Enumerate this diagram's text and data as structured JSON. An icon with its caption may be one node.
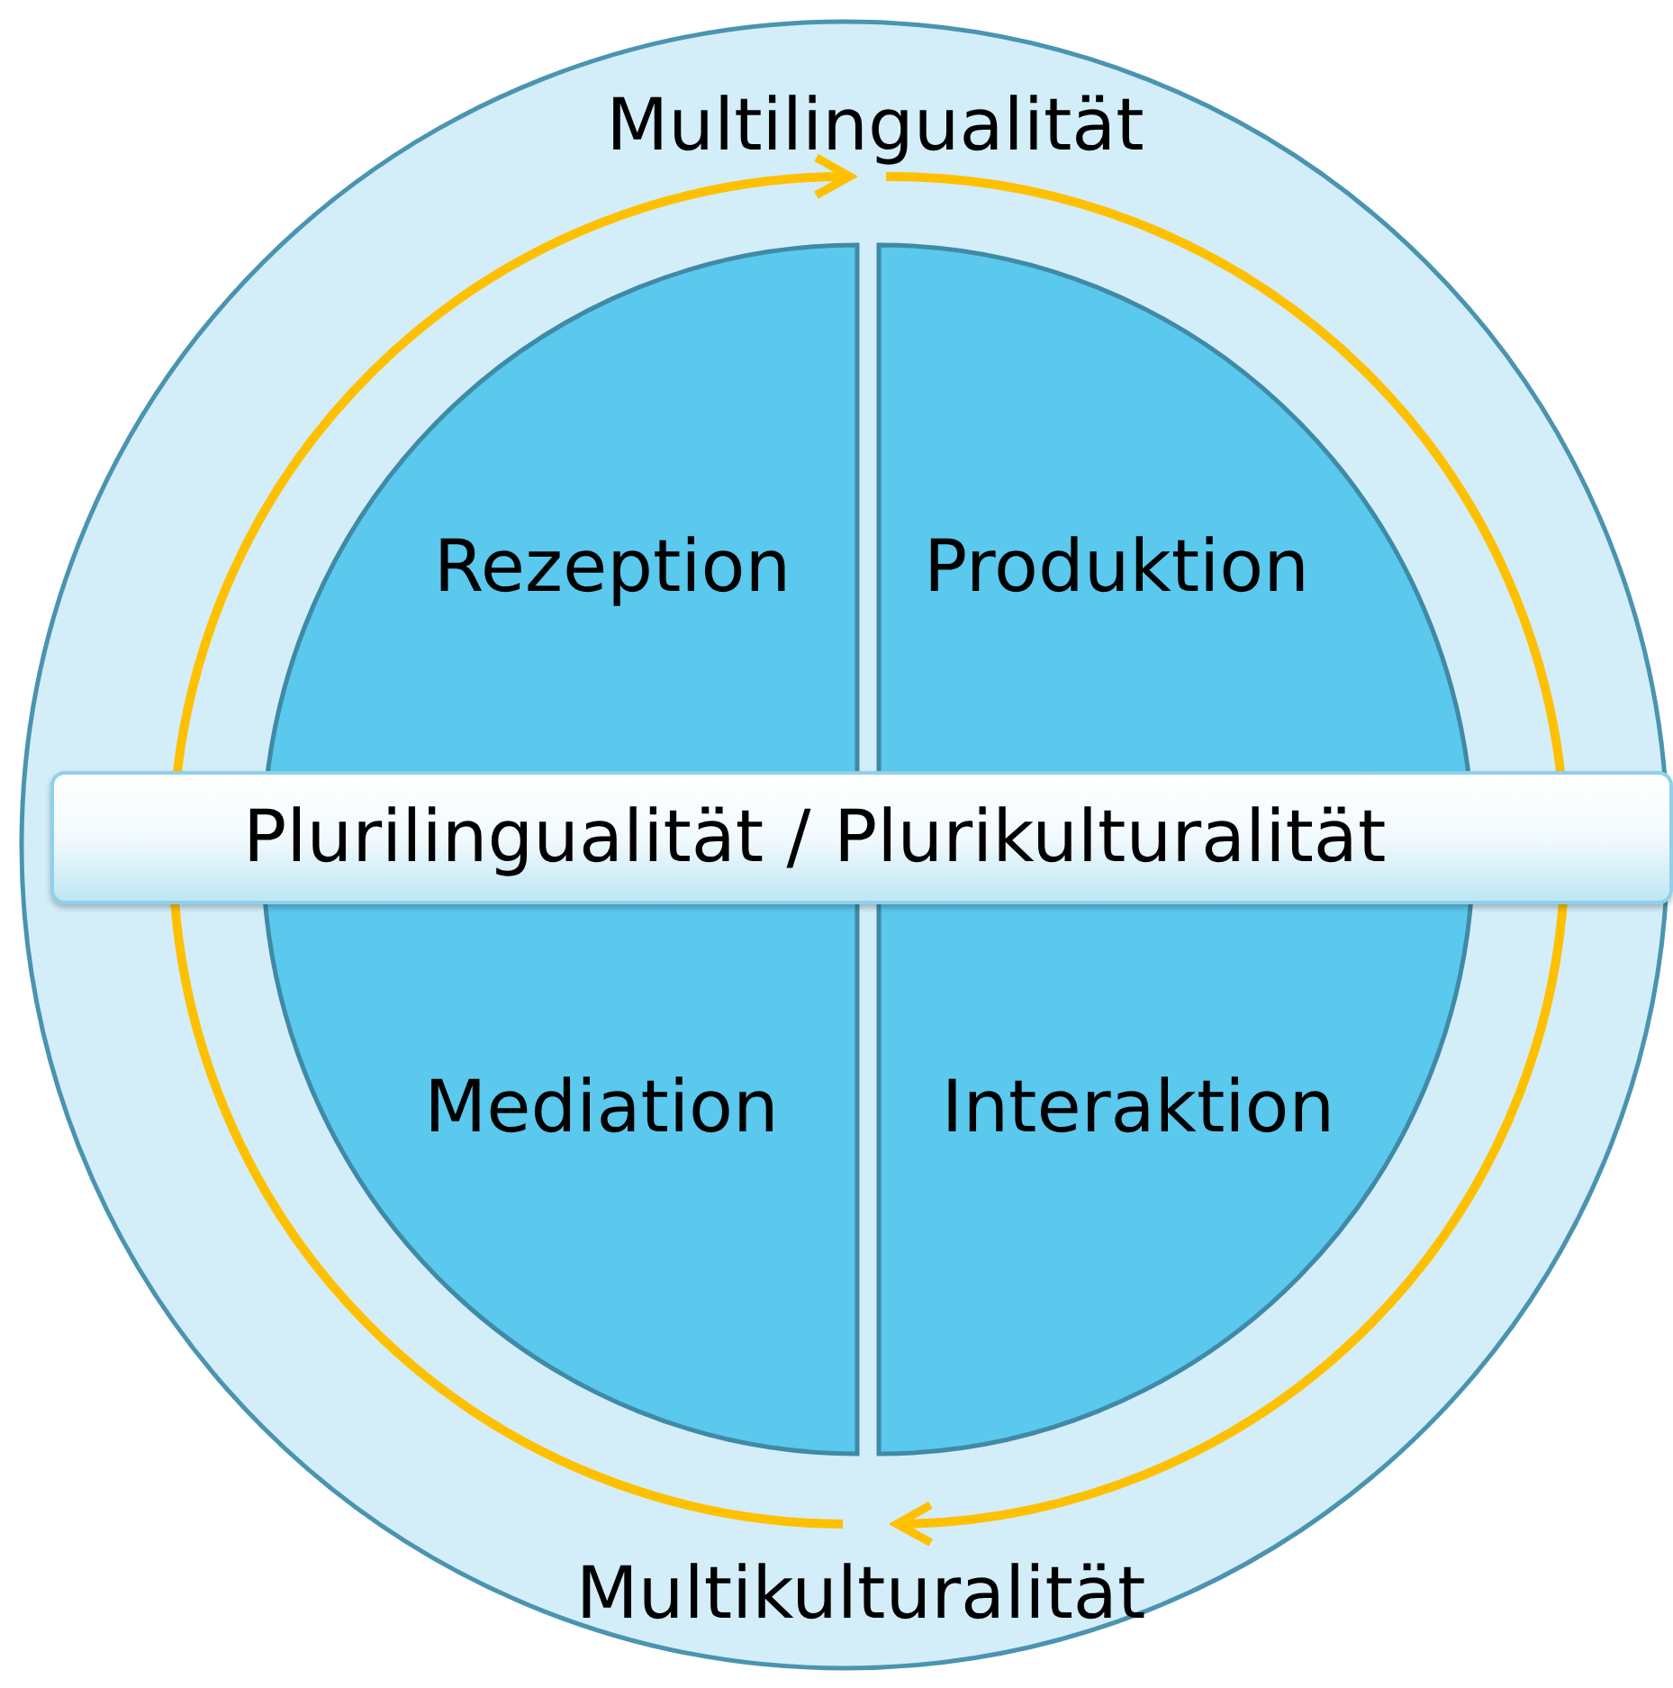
{
  "diagram": {
    "nodes": [
      {
        "text": [
          "Multilingualität",
          "Multikulturalität"
        ]
      },
      {
        "text": [
          "Rezeption",
          "Mediation"
        ],
        "in": 0
      },
      {
        "text": [
          "Produktion",
          "Interaktion"
        ],
        "in": 0
      },
      {
        "text": [
          "Plurilingualität / Plurikulturalität"
        ],
        "in": 0
      }
    ]
  }
}
